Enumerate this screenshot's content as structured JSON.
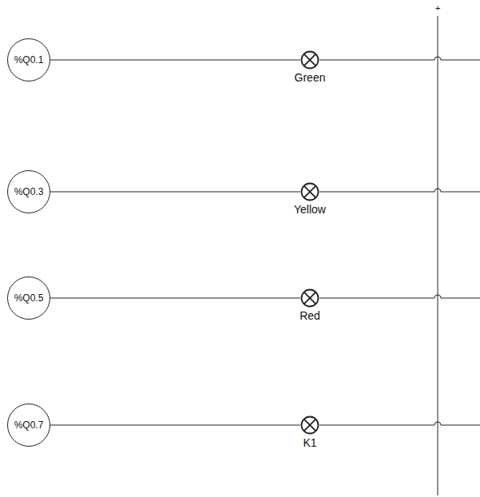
{
  "diagram": {
    "nodes": [
      {
        "text": [
          "%Q0.1"
        ]
      },
      {
        "text": [
          "Green"
        ]
      },
      {
        "text": [
          "%Q0.3"
        ]
      },
      {
        "text": [
          "Yellow"
        ]
      },
      {
        "text": [
          "%Q0.5"
        ]
      },
      {
        "text": [
          "Red"
        ]
      },
      {
        "text": [
          "%Q0.7"
        ]
      },
      {
        "text": [
          "K1"
        ]
      }
    ],
    "edges": [
      {
        "from": 0,
        "to": 1,
        "arrow": "none"
      },
      {
        "from": 2,
        "to": 3,
        "arrow": "none"
      },
      {
        "from": 4,
        "to": 5,
        "arrow": "none"
      },
      {
        "from": 6,
        "to": 7,
        "arrow": "none"
      }
    ],
    "labels": [
      "+"
    ]
  }
}
